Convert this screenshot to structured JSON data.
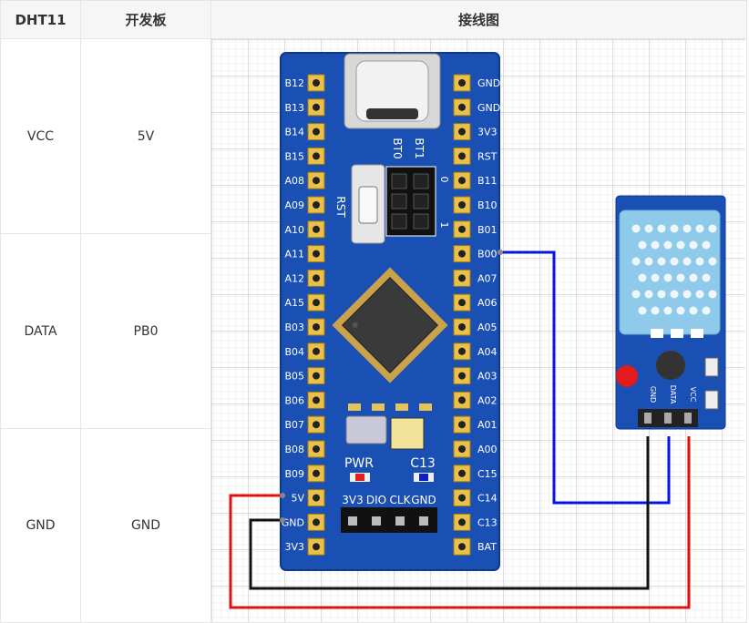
{
  "table": {
    "headers": [
      "DHT11",
      "开发板",
      "接线图"
    ],
    "rows": [
      {
        "dht11": "VCC",
        "board": "5V"
      },
      {
        "dht11": "DATA",
        "board": "PB0"
      },
      {
        "dht11": "GND",
        "board": "GND"
      }
    ]
  },
  "board": {
    "left_pins": [
      "B12",
      "B13",
      "B14",
      "B15",
      "A08",
      "A09",
      "A10",
      "A11",
      "A12",
      "A15",
      "B03",
      "B04",
      "B05",
      "B06",
      "B07",
      "B08",
      "B09",
      "5V",
      "GND",
      "3V3"
    ],
    "right_pins": [
      "GND",
      "GND",
      "3V3",
      "RST",
      "B11",
      "B10",
      "B01",
      "B00",
      "A07",
      "A06",
      "A05",
      "A04",
      "A03",
      "A02",
      "A01",
      "A00",
      "C15",
      "C14",
      "C13",
      "BAT"
    ],
    "rst_label": "RST",
    "bt0_label": "BT0",
    "bt1_label": "BT1",
    "zero_label": "0",
    "one_label": "1",
    "pwr_label": "PWR",
    "c13_label": "C13",
    "swd_labels": [
      "3V3",
      "DIO",
      "CLK",
      "GND"
    ]
  },
  "sensor": {
    "pin_labels": [
      "GND",
      "DATA",
      "VCC"
    ]
  },
  "colors": {
    "board_blue": "#1a4fb4",
    "wire_red": "#e01010",
    "wire_black": "#111111",
    "wire_blue": "#0a14e0",
    "sensor_body": "#8fcaea"
  }
}
